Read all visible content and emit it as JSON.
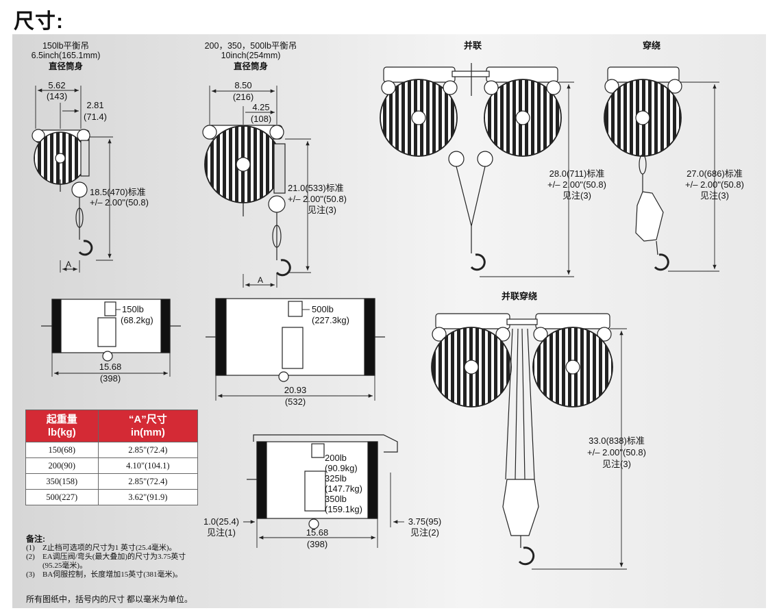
{
  "page": {
    "title": "尺寸:"
  },
  "d150": {
    "h1": "150lb平衡吊",
    "h2": "6.5inch(165.1mm)",
    "h3": "直径筒身",
    "w1": "5.62",
    "w1mm": "(143)",
    "w2": "2.81",
    "w2mm": "(71.4)",
    "hgt": "18.5(470)标准",
    "tol": "+/– 2.00\"(50.8)",
    "a": "A"
  },
  "d500": {
    "h1": "200，350，500lb平衡吊",
    "h2": "10inch(254mm)",
    "h3": "直径筒身",
    "w1": "8.50",
    "w1mm": "(216)",
    "w2": "4.25",
    "w2mm": "(108)",
    "hgt": "21.0(533)标准",
    "tol": "+/– 2.00\"(50.8)",
    "note": "见注(3)",
    "a": "A"
  },
  "parallel": {
    "title": "并联",
    "hgt": "28.0(711)标准",
    "tol": "+/– 2.00\"(50.8)",
    "note": "见注(3)"
  },
  "reeved": {
    "title": "穿绕",
    "hgt": "27.0(686)标准",
    "tol": "+/– 2.00\"(50.8)",
    "note": "见注(3)"
  },
  "parallel_reeved": {
    "title": "并联穿绕",
    "hgt": "33.0(838)标准",
    "tol": "+/– 2.00\"(50.8)",
    "note": "见注(3)"
  },
  "side150": {
    "cap": "150lb",
    "capkg": "(68.2kg)",
    "w": "15.68",
    "wmm": "(398)"
  },
  "side500": {
    "cap": "500lb",
    "capkg": "(227.3kg)",
    "w": "20.93",
    "wmm": "(532)"
  },
  "sideMid": {
    "c1": "200lb",
    "c1kg": "(90.9kg)",
    "c2": "325lb",
    "c2kg": "(147.7kg)",
    "c3": "350lb",
    "c3kg": "(159.1kg)",
    "w": "15.68",
    "wmm": "(398)",
    "l1": "1.0(25.4)",
    "l1n": "见注(1)",
    "r1": "3.75(95)",
    "r1n": "见注(2)"
  },
  "table": {
    "headers": [
      [
        "起重量",
        "lb(kg)"
      ],
      [
        "“A”尺寸",
        "in(mm)"
      ]
    ],
    "rows": [
      [
        "150(68)",
        "2.85\"(72.4)"
      ],
      [
        "200(90)",
        "4.10\"(104.1)"
      ],
      [
        "350(158)",
        "2.85\"(72.4)"
      ],
      [
        "500(227)",
        "3.62\"(91.9)"
      ]
    ]
  },
  "notes": {
    "title": "备注:",
    "items": [
      {
        "num": "(1)",
        "text": "Z止档可选项的尺寸为1 英寸(25.4毫米)。"
      },
      {
        "num": "(2)",
        "text": "EA调压阀/弯头(最大叠加)的尺寸为3.75英寸"
      },
      {
        "num": "",
        "text": "(95.25毫米)。"
      },
      {
        "num": "(3)",
        "text": "BA伺服控制，长度增加15英寸(381毫米)。"
      }
    ],
    "footer": "所有图纸中，括号内的尺寸 都以毫米为单位。"
  },
  "colors": {
    "accent": "#d42a35",
    "panel": "#e4e4e4"
  }
}
